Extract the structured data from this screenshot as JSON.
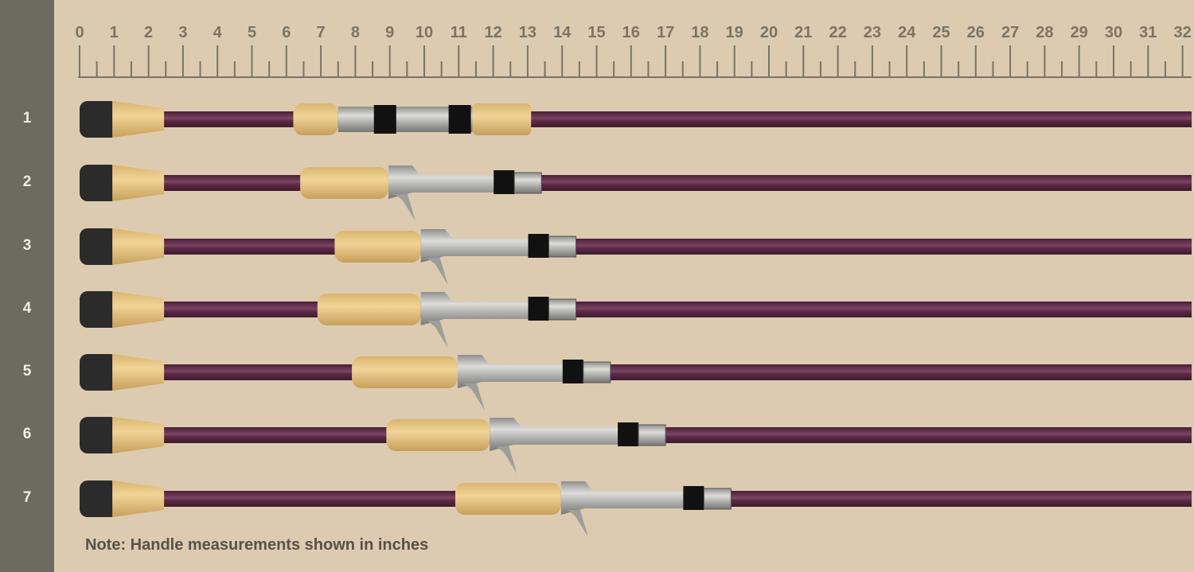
{
  "ruler": {
    "unit": "inches",
    "min": 0,
    "max": 32,
    "labels": [
      "0",
      "1",
      "2",
      "3",
      "4",
      "5",
      "6",
      "7",
      "8",
      "9",
      "10",
      "11",
      "12",
      "13",
      "14",
      "15",
      "16",
      "17",
      "18",
      "19",
      "20",
      "21",
      "22",
      "23",
      "24",
      "25",
      "26",
      "27",
      "28",
      "29",
      "30",
      "31",
      "32"
    ]
  },
  "rods": [
    {
      "label": "1",
      "type": "spinning",
      "grip_start": 6.2,
      "grip_end": 7.5,
      "seat_end": 11.4,
      "foregrip_end": 13.1
    },
    {
      "label": "2",
      "type": "casting",
      "grip_start": 6.4,
      "grip_end": 8.96,
      "seat_end": 13.4
    },
    {
      "label": "3",
      "type": "casting",
      "grip_start": 7.4,
      "grip_end": 9.9,
      "seat_end": 14.4
    },
    {
      "label": "4",
      "type": "casting",
      "grip_start": 6.9,
      "grip_end": 9.9,
      "seat_end": 14.4
    },
    {
      "label": "5",
      "type": "casting",
      "grip_start": 7.9,
      "grip_end": 10.97,
      "seat_end": 15.4
    },
    {
      "label": "6",
      "type": "casting",
      "grip_start": 8.9,
      "grip_end": 11.9,
      "seat_end": 17.0
    },
    {
      "label": "7",
      "type": "casting",
      "grip_start": 10.9,
      "grip_end": 13.97,
      "seat_end": 18.9
    }
  ],
  "butt": {
    "cap_end": 0.95,
    "cork_end": 2.45
  },
  "colors": {
    "blank": "#5e2a45",
    "cork": "#e2c07e",
    "metal": "#b5b5b3",
    "cap": "#2b2b2b"
  },
  "note": "Note: Handle measurements shown in inches"
}
